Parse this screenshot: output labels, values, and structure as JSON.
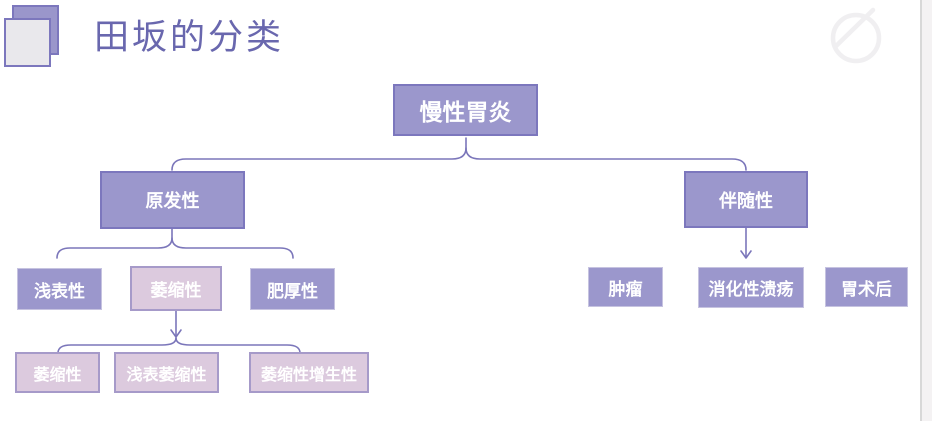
{
  "slide": {
    "title": "田坂的分类"
  },
  "colors": {
    "node_purple": "#9b97cc",
    "node_purple_border": "#7c77bd",
    "node_pink": "#dccade",
    "node_pink_border": "#a69ac9",
    "connector": "#7b76ba",
    "title_text": "#6967ae",
    "node_text": "#ffffff",
    "watermark": "#f0eff1"
  },
  "icons": {
    "title_bullet": "overlapping-squares-icon",
    "watermark": "slashed-circle-icon"
  },
  "tree": {
    "root": {
      "label": "慢性胃炎"
    },
    "level1": [
      {
        "label": "原发性"
      },
      {
        "label": "伴随性"
      }
    ],
    "primary_children": [
      {
        "label": "浅表性",
        "style": "purple"
      },
      {
        "label": "萎缩性",
        "style": "pink"
      },
      {
        "label": "肥厚性",
        "style": "purple"
      }
    ],
    "atrophic_children": [
      {
        "label": "萎缩性"
      },
      {
        "label": "浅表萎缩性"
      },
      {
        "label": "萎缩性增生性"
      }
    ],
    "accompanying_children": [
      {
        "label": "肿瘤"
      },
      {
        "label": "消化性溃疡"
      },
      {
        "label": "胃术后"
      }
    ]
  }
}
